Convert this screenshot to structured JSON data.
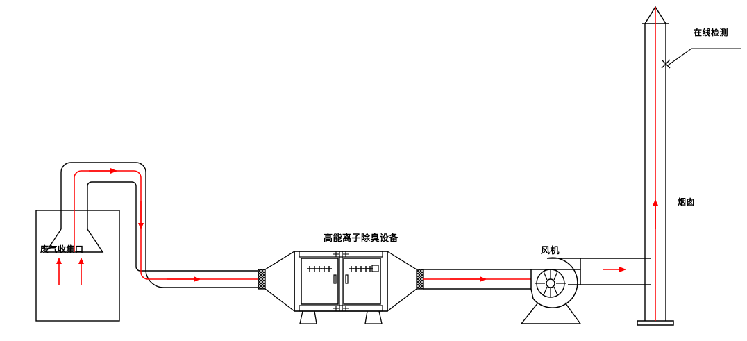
{
  "diagram": {
    "type": "process-flow-diagram",
    "title_text": "",
    "colors": {
      "line": "#000000",
      "flow": "#ff0000",
      "background": "#ffffff"
    },
    "labels": {
      "hood": "废气收集口",
      "equipment": "高能离子除臭设备",
      "fan": "风机",
      "stack": "烟囱",
      "online_monitoring": "在线检测"
    },
    "door_marks": {
      "left_door": "+++++",
      "right_door": "+++++"
    },
    "flow_arrows": [
      {
        "name": "hood-intake-arrow-left",
        "direction": "up"
      },
      {
        "name": "hood-intake-arrow-right",
        "direction": "up"
      },
      {
        "name": "upper-duct-arrow",
        "direction": "right"
      },
      {
        "name": "down-riser-arrow",
        "direction": "down"
      },
      {
        "name": "lower-duct-arrow",
        "direction": "right"
      },
      {
        "name": "equipment-outlet-arrow",
        "direction": "right"
      },
      {
        "name": "fan-outlet-arrow",
        "direction": "right"
      },
      {
        "name": "stack-riser-arrow",
        "direction": "up"
      }
    ],
    "components": [
      {
        "name": "exhaust-gas-collection-hood",
        "label": "废气收集口"
      },
      {
        "name": "high-energy-ion-deodorization-equipment",
        "label": "高能离子除臭设备"
      },
      {
        "name": "centrifugal-fan",
        "label": "风机"
      },
      {
        "name": "exhaust-stack",
        "label": "烟囱"
      },
      {
        "name": "online-monitoring-point",
        "label": "在线检测"
      }
    ]
  }
}
